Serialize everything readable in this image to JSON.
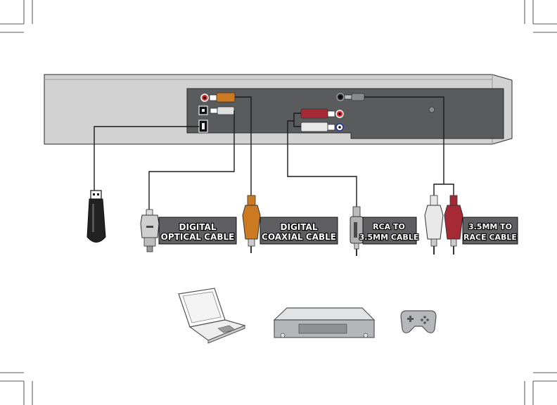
{
  "labels": {
    "optical": {
      "line1": "DIGITAL",
      "line2": "OPTICAL CABLE"
    },
    "coaxial": {
      "line1": "DIGITAL",
      "line2": "COAXIAL CABLE"
    },
    "rca": {
      "line1": "RCA TO",
      "line2": "3.5MM CABLE"
    },
    "aux": {
      "line1": "3.5MM TO",
      "line2": "RACE CABLE"
    }
  },
  "colors": {
    "soundbar": "#d2d2d2",
    "panel": "#5a5b5d",
    "label_box": "#5f5f61",
    "orange": "#cc7a22",
    "red": "#a52a35",
    "white": "#e8e8e8",
    "usb": "#222222",
    "device_gray": "#b5b7ba"
  },
  "icons": [
    "usb-drive-icon",
    "optical-plug-icon",
    "coaxial-plug-icon",
    "aux-plug-icon",
    "rca-plug-icon",
    "laptop-icon",
    "media-player-icon",
    "gamepad-icon"
  ]
}
